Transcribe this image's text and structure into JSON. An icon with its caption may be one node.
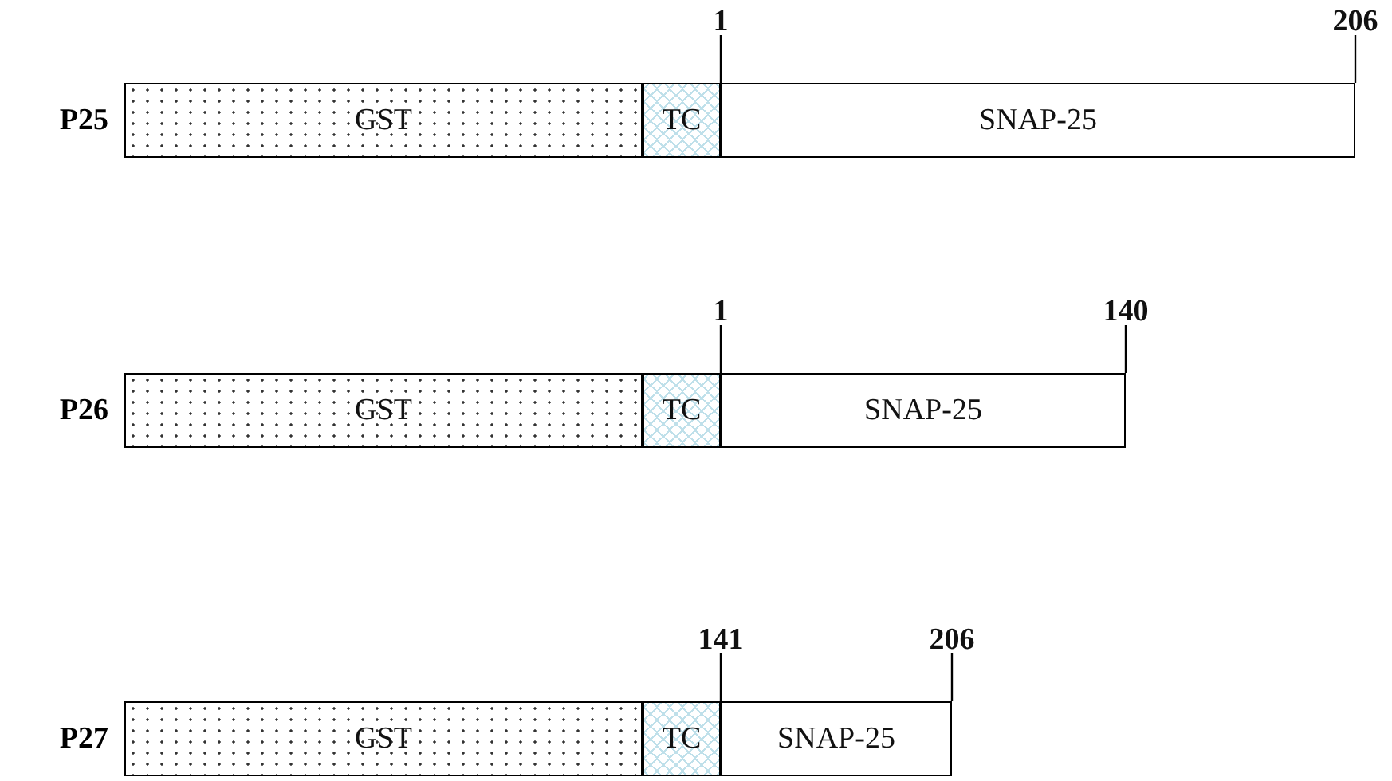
{
  "diagram": {
    "nodes": [
      {
        "text": [
          "1"
        ]
      },
      {
        "text": [
          "206"
        ]
      },
      {
        "text": [
          "GST"
        ],
        "beside": [
          "P25"
        ]
      },
      {
        "text": [
          "TC"
        ]
      },
      {
        "text": [
          "SNAP-25"
        ]
      },
      {
        "text": [
          "1"
        ]
      },
      {
        "text": [
          "140"
        ]
      },
      {
        "text": [
          "GST"
        ],
        "beside": [
          "P26"
        ]
      },
      {
        "text": [
          "TC"
        ]
      },
      {
        "text": [
          "SNAP-25"
        ]
      },
      {
        "text": [
          "141"
        ]
      },
      {
        "text": [
          "206"
        ]
      },
      {
        "text": [
          "GST"
        ],
        "beside": [
          "P27"
        ]
      },
      {
        "text": [
          "TC"
        ]
      },
      {
        "text": [
          "SNAP-25"
        ]
      }
    ],
    "edges": [
      {
        "from": 0,
        "to": 4,
        "arrow": "none"
      },
      {
        "from": 1,
        "to": 4,
        "arrow": "none"
      },
      {
        "from": 5,
        "to": 9,
        "arrow": "none"
      },
      {
        "from": 6,
        "to": 9,
        "arrow": "none"
      },
      {
        "from": 10,
        "to": 14,
        "arrow": "none"
      },
      {
        "from": 11,
        "to": 14,
        "arrow": "none"
      }
    ]
  }
}
